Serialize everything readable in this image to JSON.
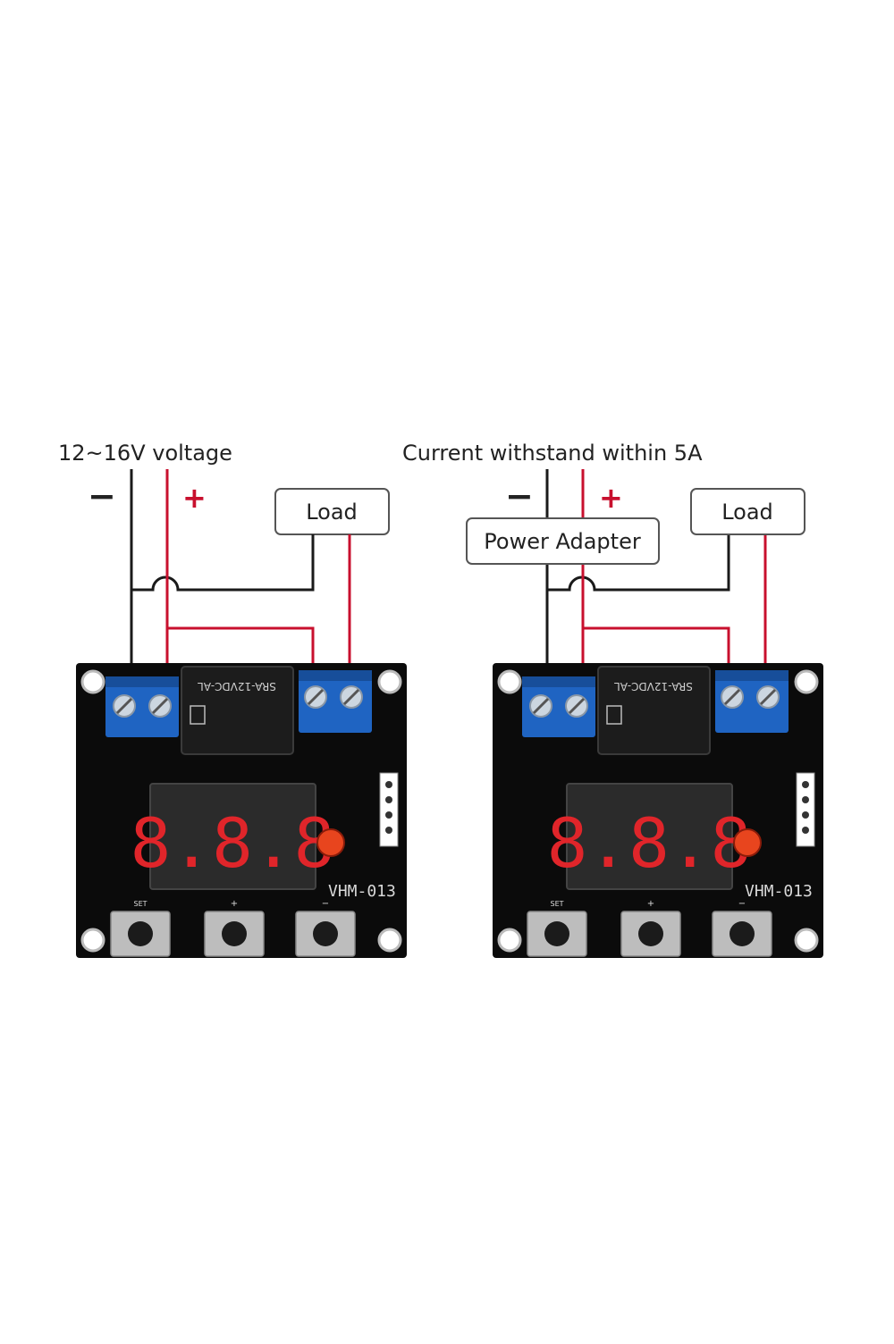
{
  "left_diagram": {
    "supply_label": "12~16V voltage",
    "minus_sign": "−",
    "plus_sign": "+",
    "load_label": "Load",
    "relay_model": "SRA-12VDC-AL",
    "display_digits": "8.8.8",
    "board_model": "VHM-013",
    "button_labels": [
      "SET",
      "+",
      "−"
    ]
  },
  "right_diagram": {
    "supply_label": "Current withstand within 5A",
    "minus_sign": "−",
    "plus_sign": "+",
    "adapter_label": "Power Adapter",
    "load_label": "Load",
    "relay_model": "SRA-12VDC-AL",
    "display_digits": "8.8.8",
    "board_model": "VHM-013",
    "button_labels": [
      "SET",
      "+",
      "−"
    ]
  },
  "colors": {
    "wire_black": "#1a1a1a",
    "wire_red": "#c8102e",
    "board": "#0b0b0b",
    "terminal_blue": "#1f64c2",
    "relay": "#1c1c1c",
    "display_red": "#e0252a",
    "led": "#e8451e"
  }
}
